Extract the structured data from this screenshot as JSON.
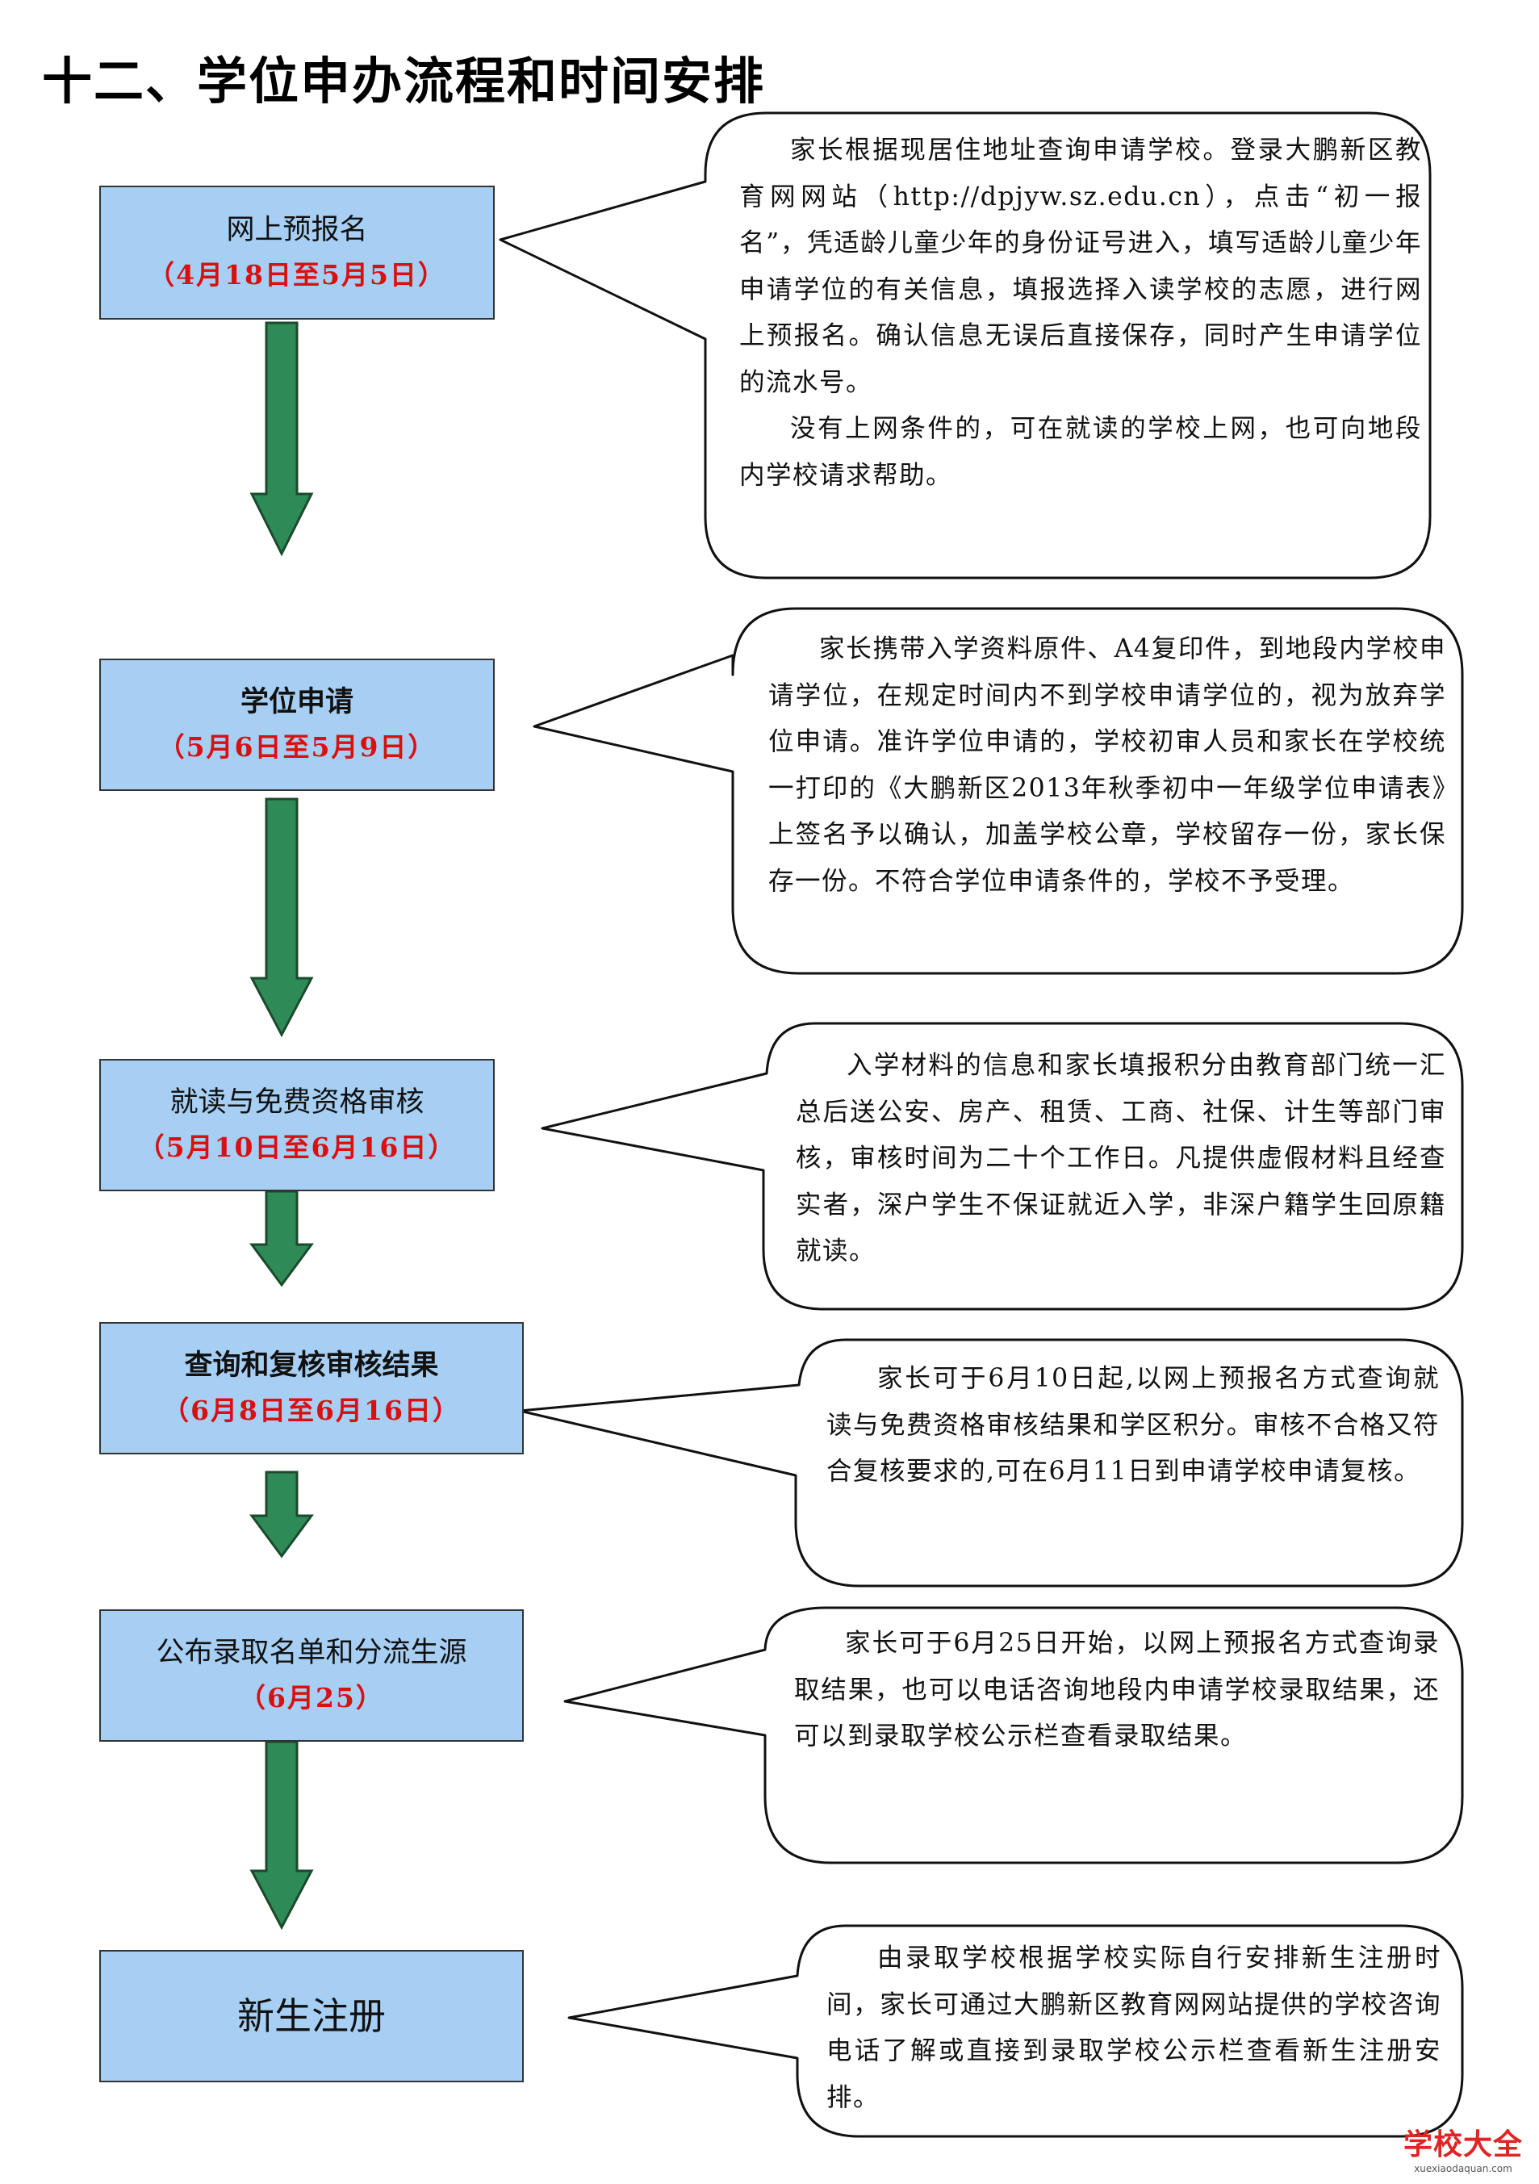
{
  "title": "十二、学位申办流程和时间安排",
  "colors": {
    "box_fill": "#a7cff4",
    "arrow_fill": "#2e8b57",
    "date_text": "#d81010"
  },
  "steps": [
    {
      "name": "网上预报名",
      "date": "（4月18日至5月5日）",
      "note": [
        "家长根据现居住地址查询申请学校。登录大鹏新区教育网网站（http://dpjyw.sz.edu.cn），点击“初一报名”，凭适龄儿童少年的身份证号进入，填写适龄儿童少年申请学位的有关信息，填报选择入读学校的志愿，进行网上预报名。确认信息无误后直接保存，同时产生申请学位的流水号。",
        "没有上网条件的，可在就读的学校上网，也可向地段内学校请求帮助。"
      ]
    },
    {
      "name": "学位申请",
      "date": "（5月6日至5月9日）",
      "note": [
        "家长携带入学资料原件、A4复印件，到地段内学校申请学位，在规定时间内不到学校申请学位的，视为放弃学位申请。准许学位申请的，学校初审人员和家长在学校统一打印的《大鹏新区2013年秋季初中一年级学位申请表》上签名予以确认，加盖学校公章，学校留存一份，家长保存一份。不符合学位申请条件的，学校不予受理。"
      ]
    },
    {
      "name": "就读与免费资格审核",
      "date": "（5月10日至6月16日）",
      "note": [
        "入学材料的信息和家长填报积分由教育部门统一汇总后送公安、房产、租赁、工商、社保、计生等部门审核，审核时间为二十个工作日。凡提供虚假材料且经查实者，深户学生不保证就近入学，非深户籍学生回原籍就读。"
      ]
    },
    {
      "name": "查询和复核审核结果",
      "date": "（6月8日至6月16日）",
      "note": [
        "家长可于6月10日起,以网上预报名方式查询就读与免费资格审核结果和学区积分。审核不合格又符合复核要求的,可在6月11日到申请学校申请复核。"
      ]
    },
    {
      "name": "公布录取名单和分流生源",
      "date": "（6月25）",
      "note": [
        "家长可于6月25日开始，以网上预报名方式查询录取结果，也可以电话咨询地段内申请学校录取结果，还可以到录取学校公示栏查看录取结果。"
      ]
    },
    {
      "name": "新生注册",
      "note": [
        "由录取学校根据学校实际自行安排新生注册时间，家长可通过大鹏新区教育网网站提供的学校咨询电话了解或直接到录取学校公示栏查看新生注册安排。"
      ]
    }
  ],
  "watermark": {
    "main": "学校大全",
    "sub": "xuexiaodaquan.com"
  }
}
